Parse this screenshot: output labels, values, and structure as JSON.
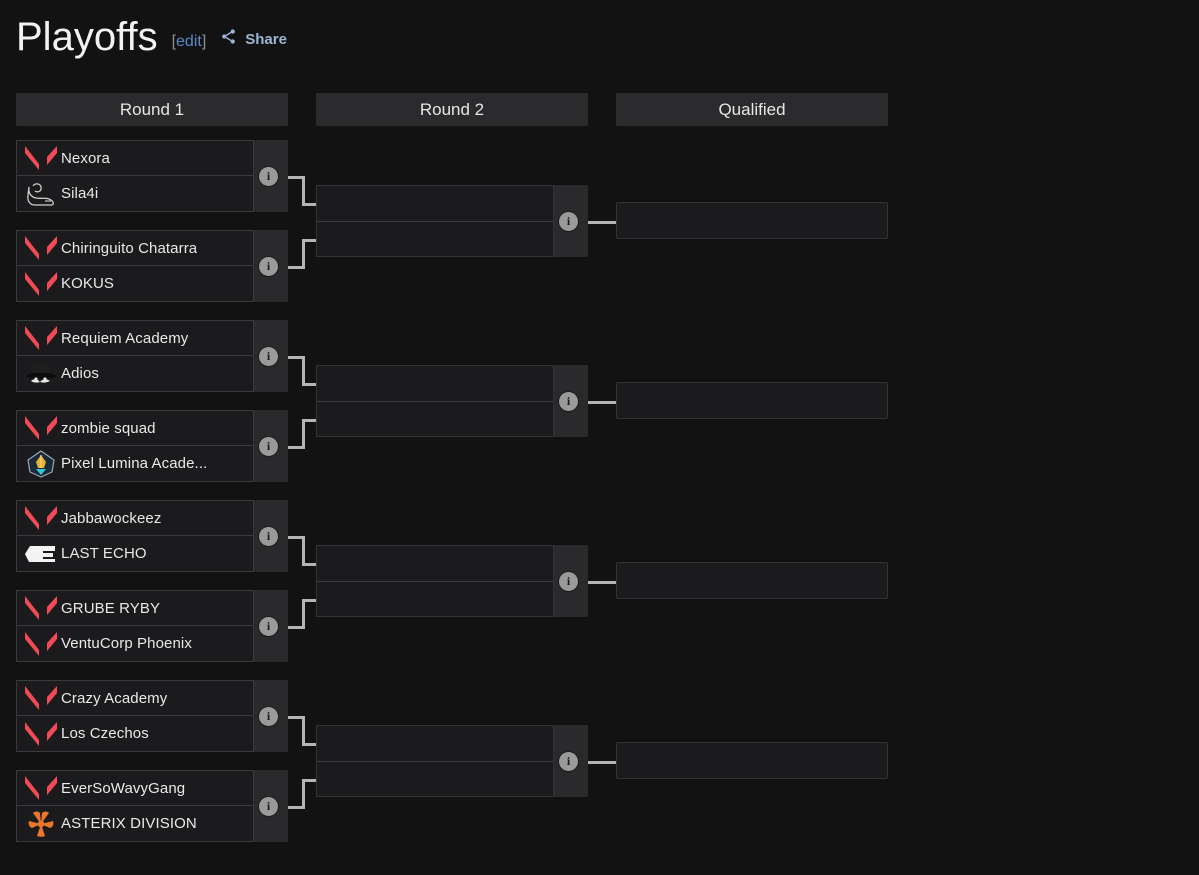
{
  "header": {
    "title": "Playoffs",
    "edit_label": "[edit]",
    "edit_open": "[",
    "edit_word": "edit",
    "edit_close": "]",
    "share_label": "Share",
    "share_icon": "share-icon",
    "accent_link_color": "#5b87c7",
    "share_text_color": "#9db4d4"
  },
  "columns": [
    {
      "id": "round1",
      "label": "Round 1"
    },
    {
      "id": "round2",
      "label": "Round 2"
    },
    {
      "id": "qualified",
      "label": "Qualified"
    }
  ],
  "icons": {
    "info": "i",
    "valorant": "valorant-logo-icon",
    "flex_arm": "flexing-arm-icon",
    "hat": "hat-mustache-icon",
    "emblem": "lumina-emblem-icon",
    "echo_e": "last-echo-logo-icon",
    "asterisk": "asterix-star-icon"
  },
  "colors": {
    "valorant_red": "#f04b56",
    "asterix_orange": "#e8762c",
    "page_bg": "#121213",
    "box_bg": "#1b1b1d",
    "strip_bg": "#2a2a2c",
    "header_bar": "#2b2b2d",
    "connector": "#b4b4b4"
  },
  "round1": {
    "matches": [
      {
        "teams": [
          {
            "name": "Nexora",
            "logo": "valorant"
          },
          {
            "name": "Sila4i",
            "logo": "flex_arm"
          }
        ],
        "info": "i"
      },
      {
        "teams": [
          {
            "name": "Chiringuito Chatarra",
            "logo": "valorant"
          },
          {
            "name": "KOKUS",
            "logo": "valorant"
          }
        ],
        "info": "i"
      },
      {
        "teams": [
          {
            "name": "Requiem Academy",
            "logo": "valorant"
          },
          {
            "name": "Adios",
            "logo": "hat"
          }
        ],
        "info": "i"
      },
      {
        "teams": [
          {
            "name": "zombie squad",
            "logo": "valorant"
          },
          {
            "name": "Pixel Lumina Acade...",
            "logo": "emblem"
          }
        ],
        "info": "i"
      },
      {
        "teams": [
          {
            "name": "Jabbawockeez",
            "logo": "valorant"
          },
          {
            "name": "LAST ECHO",
            "logo": "echo_e"
          }
        ],
        "info": "i"
      },
      {
        "teams": [
          {
            "name": "GRUBE RYBY",
            "logo": "valorant"
          },
          {
            "name": "VentuCorp Phoenix",
            "logo": "valorant"
          }
        ],
        "info": "i"
      },
      {
        "teams": [
          {
            "name": "Crazy Academy",
            "logo": "valorant"
          },
          {
            "name": "Los Czechos",
            "logo": "valorant"
          }
        ],
        "info": "i"
      },
      {
        "teams": [
          {
            "name": "EverSoWavyGang",
            "logo": "valorant"
          },
          {
            "name": "ASTERIX DIVISION",
            "logo": "asterisk"
          }
        ],
        "info": "i"
      }
    ]
  },
  "round2": {
    "matches": [
      {
        "teams": [
          {
            "name": ""
          },
          {
            "name": ""
          }
        ],
        "info": "i"
      },
      {
        "teams": [
          {
            "name": ""
          },
          {
            "name": ""
          }
        ],
        "info": "i"
      },
      {
        "teams": [
          {
            "name": ""
          },
          {
            "name": ""
          }
        ],
        "info": "i"
      },
      {
        "teams": [
          {
            "name": ""
          },
          {
            "name": ""
          }
        ],
        "info": "i"
      }
    ]
  },
  "qualified": {
    "slots": [
      {
        "name": ""
      },
      {
        "name": ""
      },
      {
        "name": ""
      },
      {
        "name": ""
      }
    ]
  }
}
